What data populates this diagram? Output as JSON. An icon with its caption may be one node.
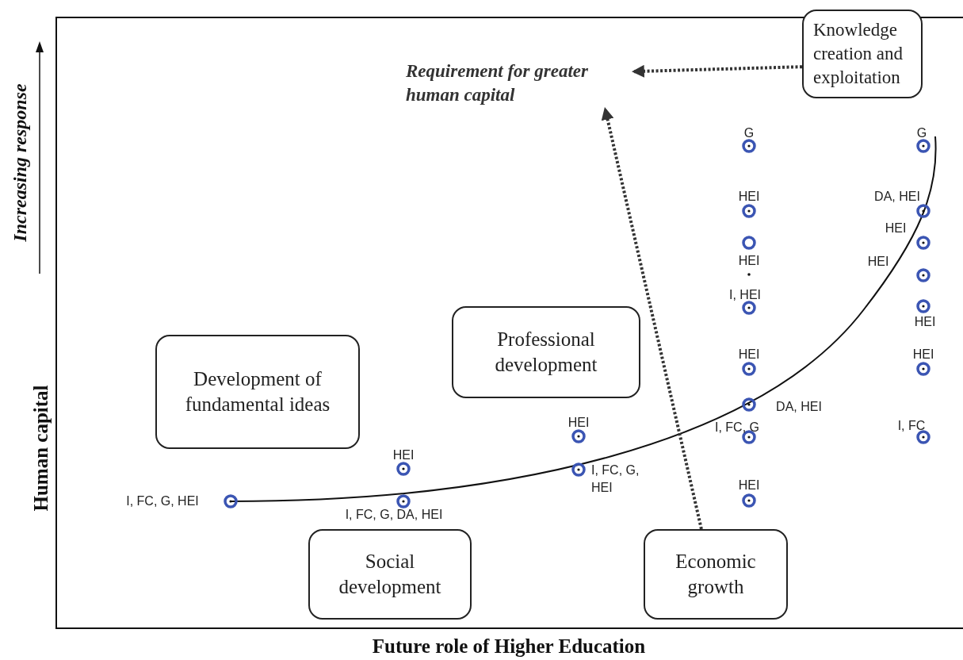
{
  "diagram": {
    "nodes": [
      {
        "text": [
          "Knowledge creation and exploitation"
        ]
      },
      {
        "text": [
          "Requirement for greater human capital"
        ]
      },
      {
        "text": [
          "Development of fundamental ideas"
        ]
      },
      {
        "text": [
          "Professional development"
        ]
      },
      {
        "text": [
          "Social development"
        ]
      },
      {
        "text": [
          "Economic growth"
        ]
      }
    ],
    "edges": [
      {
        "from": 0,
        "to": 1,
        "arrow": "to",
        "style": "dashed"
      },
      {
        "from": 5,
        "to": 1,
        "arrow": "to",
        "style": "dashed"
      }
    ],
    "labels": [
      "Increasing response",
      "Human capital",
      "G",
      "G",
      "HEI",
      "DA, HEI",
      "HEI",
      "HEI",
      "HEI",
      "I, HEI",
      "HEI",
      "HEI",
      "HEI",
      "DA, HEI",
      "HEI",
      "I, FC, G",
      "I, FC",
      "HEI",
      "I, FC, G, HEI",
      "I, FC, G, HEI",
      "HEI",
      "I, FC, G, DA, HEI",
      "Future role of Higher Education"
    ]
  }
}
